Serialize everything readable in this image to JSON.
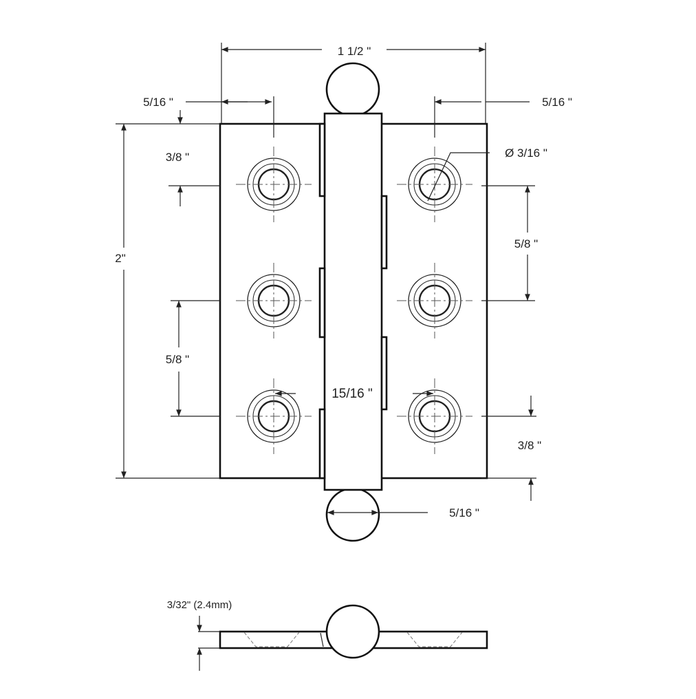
{
  "title": "Hinge dimension drawing",
  "dimensions": {
    "overall_width": "1 1/2 \"",
    "left_edge_to_hole": "5/16 \"",
    "right_edge_to_hole": "5/16 \"",
    "height": "2\"",
    "top_to_hole_left": "3/8 \"",
    "hole_diameter": "Ø 3/16 \"",
    "hole_spacing_right": "5/8 \"",
    "hole_spacing_left": "5/8 \"",
    "hole_to_hole_across": "15/16 \"",
    "bottom_to_hole_right": "3/8 \"",
    "knuckle_diameter": "5/16 \"",
    "thickness": "3/32\" (2.4mm)"
  }
}
